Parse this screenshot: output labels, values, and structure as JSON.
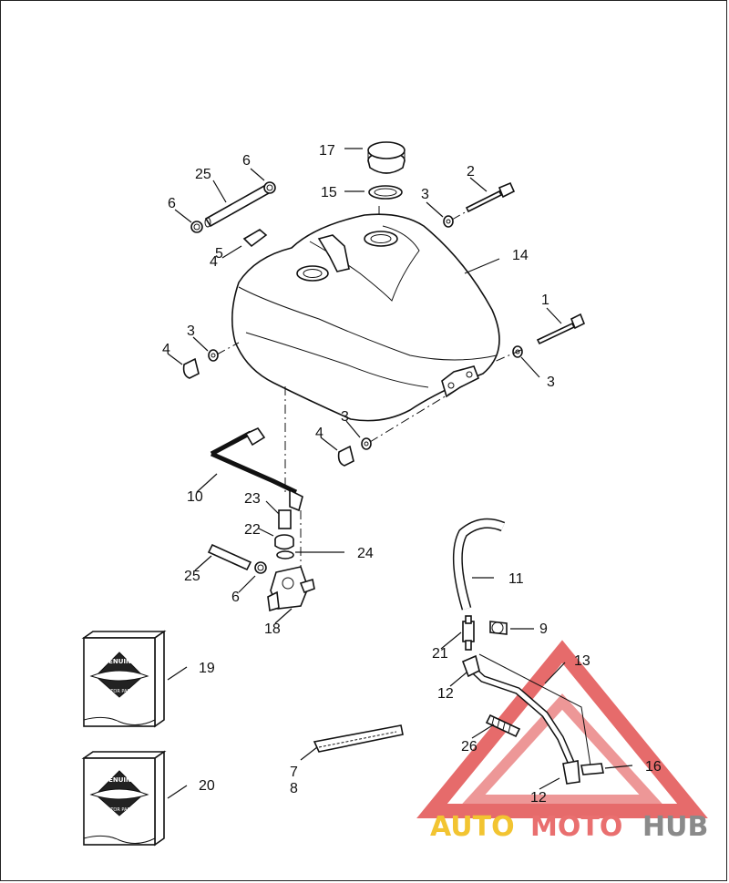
{
  "diagram": {
    "callouts": [
      "1",
      "2",
      "3",
      "3",
      "3",
      "3",
      "4",
      "4",
      "4",
      "5",
      "6",
      "6",
      "6",
      "7",
      "8",
      "9",
      "10",
      "11",
      "12",
      "12",
      "13",
      "14",
      "15",
      "16",
      "17",
      "18",
      "19",
      "20",
      "21",
      "22",
      "23",
      "24",
      "25",
      "25",
      "26"
    ],
    "kits": {
      "brand_word": "GENUINE",
      "brand_line2": "MOTOR PARTS"
    }
  },
  "watermark": {
    "part1": "AUTO",
    "part2": "MOTO",
    "part3": "HUB",
    "colors": {
      "auto": "#f2c431",
      "moto": "#e96f6f",
      "hub": "#8a8a8a",
      "triangle": "#e25252"
    }
  }
}
